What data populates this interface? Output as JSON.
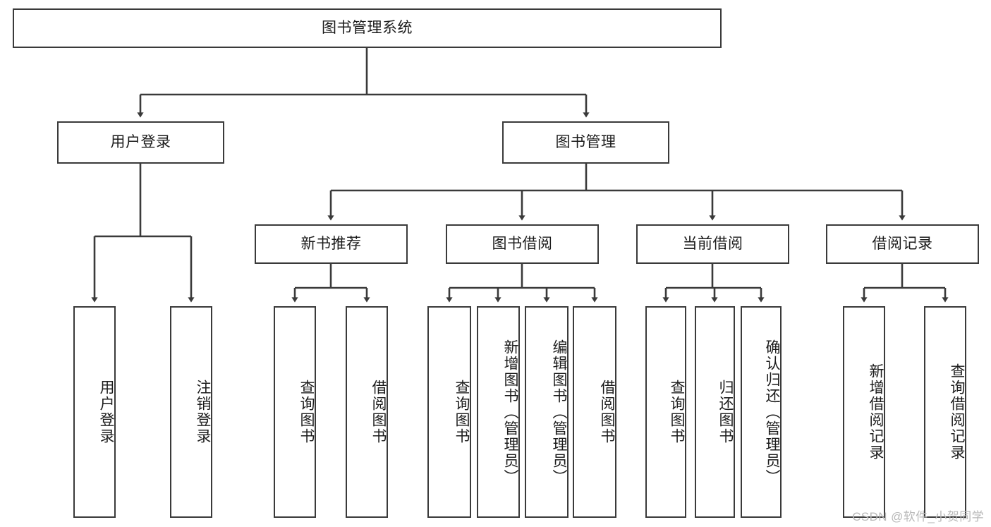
{
  "diagram": {
    "title": "图书管理系统",
    "watermark": "CSDN @软件_小贺同学",
    "colors": {
      "stroke": "#3a3a3a",
      "fill": "#ffffff",
      "text": "#1b1b1b",
      "watermark": "#b8b8b8"
    },
    "levels": {
      "root": {
        "label": "图书管理系统"
      },
      "level2": [
        {
          "label": "用户登录"
        },
        {
          "label": "图书管理"
        }
      ],
      "level3": [
        {
          "label": "新书推荐"
        },
        {
          "label": "图书借阅"
        },
        {
          "label": "当前借阅"
        },
        {
          "label": "借阅记录"
        }
      ],
      "leaves": [
        {
          "label": "用户登录",
          "parent": "用户登录"
        },
        {
          "label": "注销登录",
          "parent": "用户登录"
        },
        {
          "label": "查询图书",
          "parent": "新书推荐"
        },
        {
          "label": "借阅图书",
          "parent": "新书推荐"
        },
        {
          "label": "查询图书",
          "parent": "图书借阅"
        },
        {
          "label": "新增图书（管理员）",
          "parent": "图书借阅"
        },
        {
          "label": "编辑图书（管理员）",
          "parent": "图书借阅"
        },
        {
          "label": "借阅图书",
          "parent": "图书借阅"
        },
        {
          "label": "查询图书",
          "parent": "当前借阅"
        },
        {
          "label": "归还图书",
          "parent": "当前借阅"
        },
        {
          "label": "确认归还（管理员）",
          "parent": "当前借阅"
        },
        {
          "label": "新增借阅记录",
          "parent": "借阅记录"
        },
        {
          "label": "查询借阅记录",
          "parent": "借阅记录"
        }
      ]
    }
  }
}
